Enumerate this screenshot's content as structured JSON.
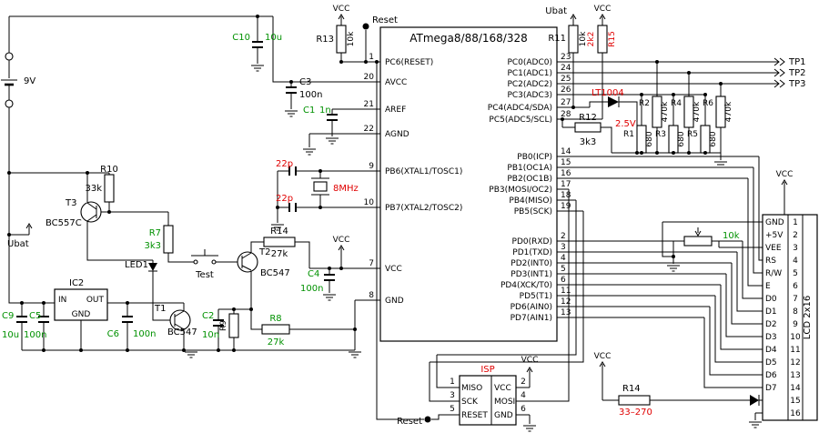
{
  "mcu": {
    "title": "ATmega8/88/168/328",
    "left_pins": [
      {
        "num": "1",
        "label": "PC6(RESET)"
      },
      {
        "num": "20",
        "label": "AVCC"
      },
      {
        "num": "21",
        "label": "AREF"
      },
      {
        "num": "22",
        "label": "AGND"
      },
      {
        "num": "9",
        "label": "PB6(XTAL1/TOSC1)"
      },
      {
        "num": "10",
        "label": "PB7(XTAL2/TOSC2)"
      },
      {
        "num": "7",
        "label": "VCC"
      },
      {
        "num": "8",
        "label": "GND"
      }
    ],
    "right_pins": [
      {
        "num": "23",
        "label": "PC0(ADC0)"
      },
      {
        "num": "24",
        "label": "PC1(ADC1)"
      },
      {
        "num": "25",
        "label": "PC2(ADC2)"
      },
      {
        "num": "26",
        "label": "PC3(ADC3)"
      },
      {
        "num": "27",
        "label": "PC4(ADC4/SDA)"
      },
      {
        "num": "28",
        "label": "PC5(ADC5/SCL)"
      },
      {
        "num": "14",
        "label": "PB0(ICP)"
      },
      {
        "num": "15",
        "label": "PB1(OC1A)"
      },
      {
        "num": "16",
        "label": "PB2(OC1B)"
      },
      {
        "num": "17",
        "label": "PB3(MOSI/OC2)"
      },
      {
        "num": "18",
        "label": "PB4(MISO)"
      },
      {
        "num": "19",
        "label": "PB5(SCK)"
      },
      {
        "num": "2",
        "label": "PD0(RXD)"
      },
      {
        "num": "3",
        "label": "PD1(TXD)"
      },
      {
        "num": "4",
        "label": "PD2(INT0)"
      },
      {
        "num": "5",
        "label": "PD3(INT1)"
      },
      {
        "num": "6",
        "label": "PD4(XCK/T0)"
      },
      {
        "num": "11",
        "label": "PD5(T1)"
      },
      {
        "num": "12",
        "label": "PD6(AIN0)"
      },
      {
        "num": "13",
        "label": "PD7(AIN1)"
      }
    ]
  },
  "lcd": {
    "name": "LCD 2x16",
    "pins": [
      {
        "num": "1",
        "label": "GND"
      },
      {
        "num": "2",
        "label": "+5V"
      },
      {
        "num": "3",
        "label": "VEE"
      },
      {
        "num": "4",
        "label": "RS"
      },
      {
        "num": "5",
        "label": "R/W"
      },
      {
        "num": "6",
        "label": "E"
      },
      {
        "num": "7",
        "label": "D0"
      },
      {
        "num": "8",
        "label": "D1"
      },
      {
        "num": "9",
        "label": "D2"
      },
      {
        "num": "10",
        "label": "D3"
      },
      {
        "num": "11",
        "label": "D4"
      },
      {
        "num": "12",
        "label": "D5"
      },
      {
        "num": "13",
        "label": "D6"
      },
      {
        "num": "14",
        "label": "D7"
      },
      {
        "num": "15",
        "label": ""
      },
      {
        "num": "16",
        "label": ""
      }
    ]
  },
  "isp": {
    "title": "ISP",
    "left": [
      {
        "num": "1",
        "label": "MISO"
      },
      {
        "num": "3",
        "label": "SCK"
      },
      {
        "num": "5",
        "label": "RESET"
      }
    ],
    "right": [
      {
        "num": "2",
        "label": "VCC"
      },
      {
        "num": "4",
        "label": "MOSI"
      },
      {
        "num": "6",
        "label": "GND"
      }
    ]
  },
  "net_labels": {
    "vcc": "VCC",
    "ubat": "Ubat",
    "reset": "Reset",
    "battery": "9V",
    "tp1": "TP1",
    "tp2": "TP2",
    "tp3": "TP3",
    "vref": "2.5V"
  },
  "components": {
    "c1": {
      "ref": "C1",
      "value": "1n"
    },
    "c2": {
      "ref": "C2",
      "value": "10n"
    },
    "c3": {
      "ref": "C3",
      "value": "100n"
    },
    "c4": {
      "ref": "C4",
      "value": "100n"
    },
    "c5": {
      "ref": "C5",
      "value": "100n"
    },
    "c6": {
      "ref": "C6",
      "value": "100n"
    },
    "c9": {
      "ref": "C9",
      "value": "10u"
    },
    "c10": {
      "ref": "C10",
      "value": "10u"
    },
    "xtal_c1": {
      "value": "22p"
    },
    "xtal_c2": {
      "value": "22p"
    },
    "xtal": {
      "value": "8MHz"
    },
    "r1": {
      "ref": "R1",
      "value": "680"
    },
    "r2": {
      "ref": "R2",
      "value": "470k"
    },
    "r3": {
      "ref": "R3",
      "value": "680"
    },
    "r4": {
      "ref": "R4",
      "value": "470k"
    },
    "r5": {
      "ref": "R5",
      "value": "680"
    },
    "r6": {
      "ref": "R6",
      "value": "470k"
    },
    "r7": {
      "ref": "R7",
      "value": "3k3"
    },
    "r8": {
      "ref": "R8",
      "value": "27k"
    },
    "r9": {
      "ref": "R9"
    },
    "r10": {
      "ref": "R10",
      "value": "33k"
    },
    "r11": {
      "ref": "R11",
      "value": "10k"
    },
    "r12": {
      "ref": "R12",
      "value": "3k3"
    },
    "r13": {
      "ref": "R13",
      "value": "10k"
    },
    "r14a": {
      "ref": "R14",
      "value": "27k"
    },
    "r14b": {
      "ref": "R14",
      "value": "33–270"
    },
    "r15": {
      "ref": "R15",
      "value": "2k2"
    },
    "pot": {
      "value": "10k"
    },
    "t1": {
      "ref": "T1",
      "value": "BC547"
    },
    "t2": {
      "ref": "T2",
      "value": "BC547"
    },
    "t3": {
      "ref": "T3",
      "value": "BC557C"
    },
    "led1": {
      "ref": "LED1"
    },
    "vref_diode": {
      "ref": "LT1004"
    },
    "ic2": {
      "ref": "IC2",
      "pin_in": "IN",
      "pin_out": "OUT",
      "pin_gnd": "GND"
    },
    "test_button": {
      "label": "Test"
    }
  },
  "colors": {
    "wire": "#000000",
    "value_green": "#009100",
    "highlight_red": "#e00000",
    "background": "#ffffff"
  }
}
